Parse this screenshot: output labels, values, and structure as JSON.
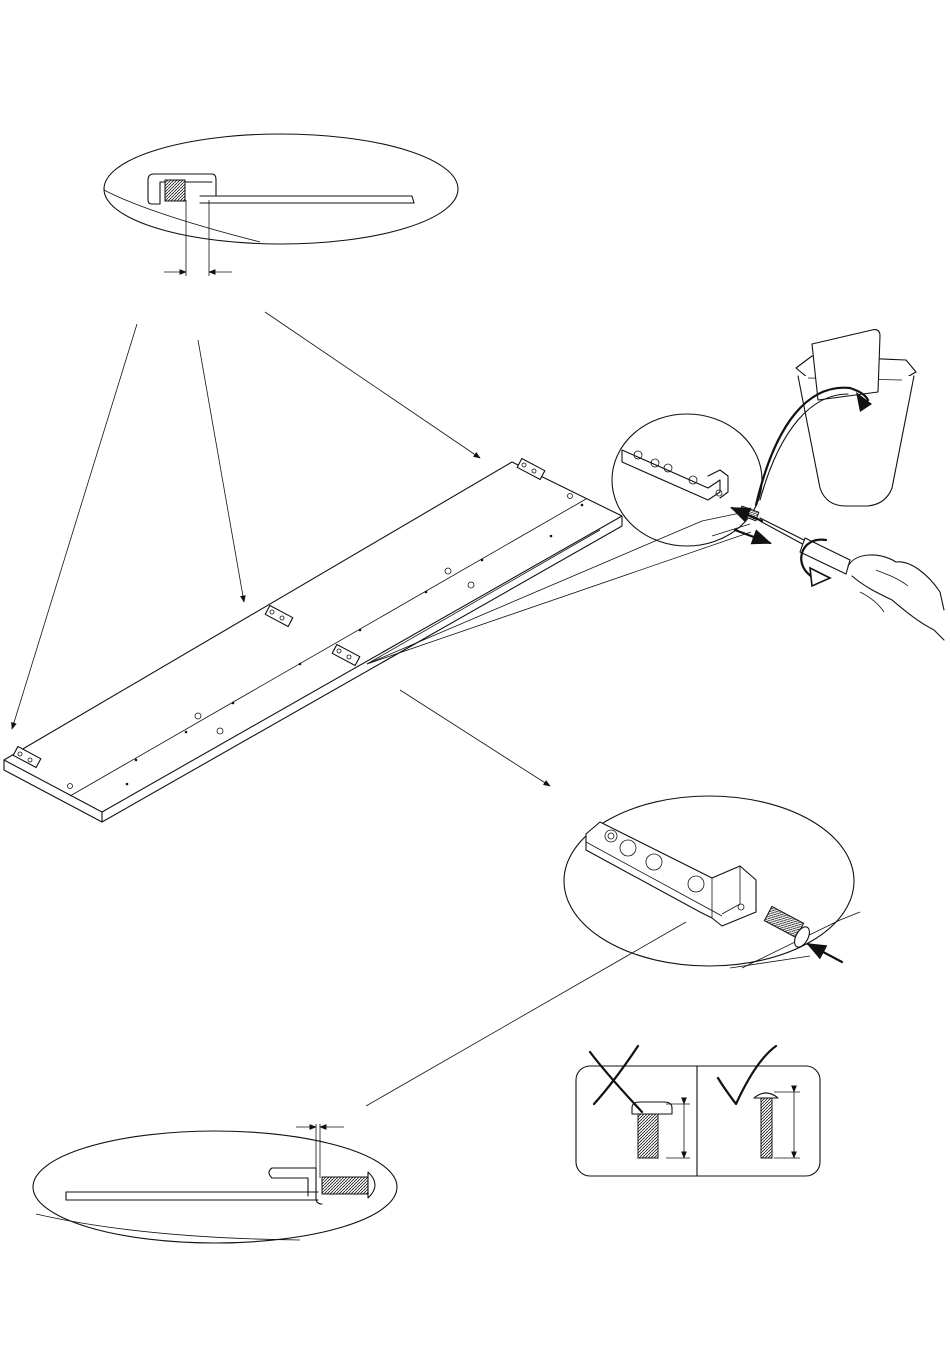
{
  "diagram": {
    "kind": "assembly-instruction",
    "colors": {
      "line": "#111111",
      "background": "#ffffff",
      "thread": "#555555"
    },
    "icons": [
      "detail-callout-top",
      "shelf-board",
      "detail-callout-screwdriver",
      "trash-bin",
      "detail-callout-bracket",
      "detail-callout-bottom",
      "screw-comparison-box",
      "wrong-cross-icon",
      "correct-check-icon"
    ]
  }
}
